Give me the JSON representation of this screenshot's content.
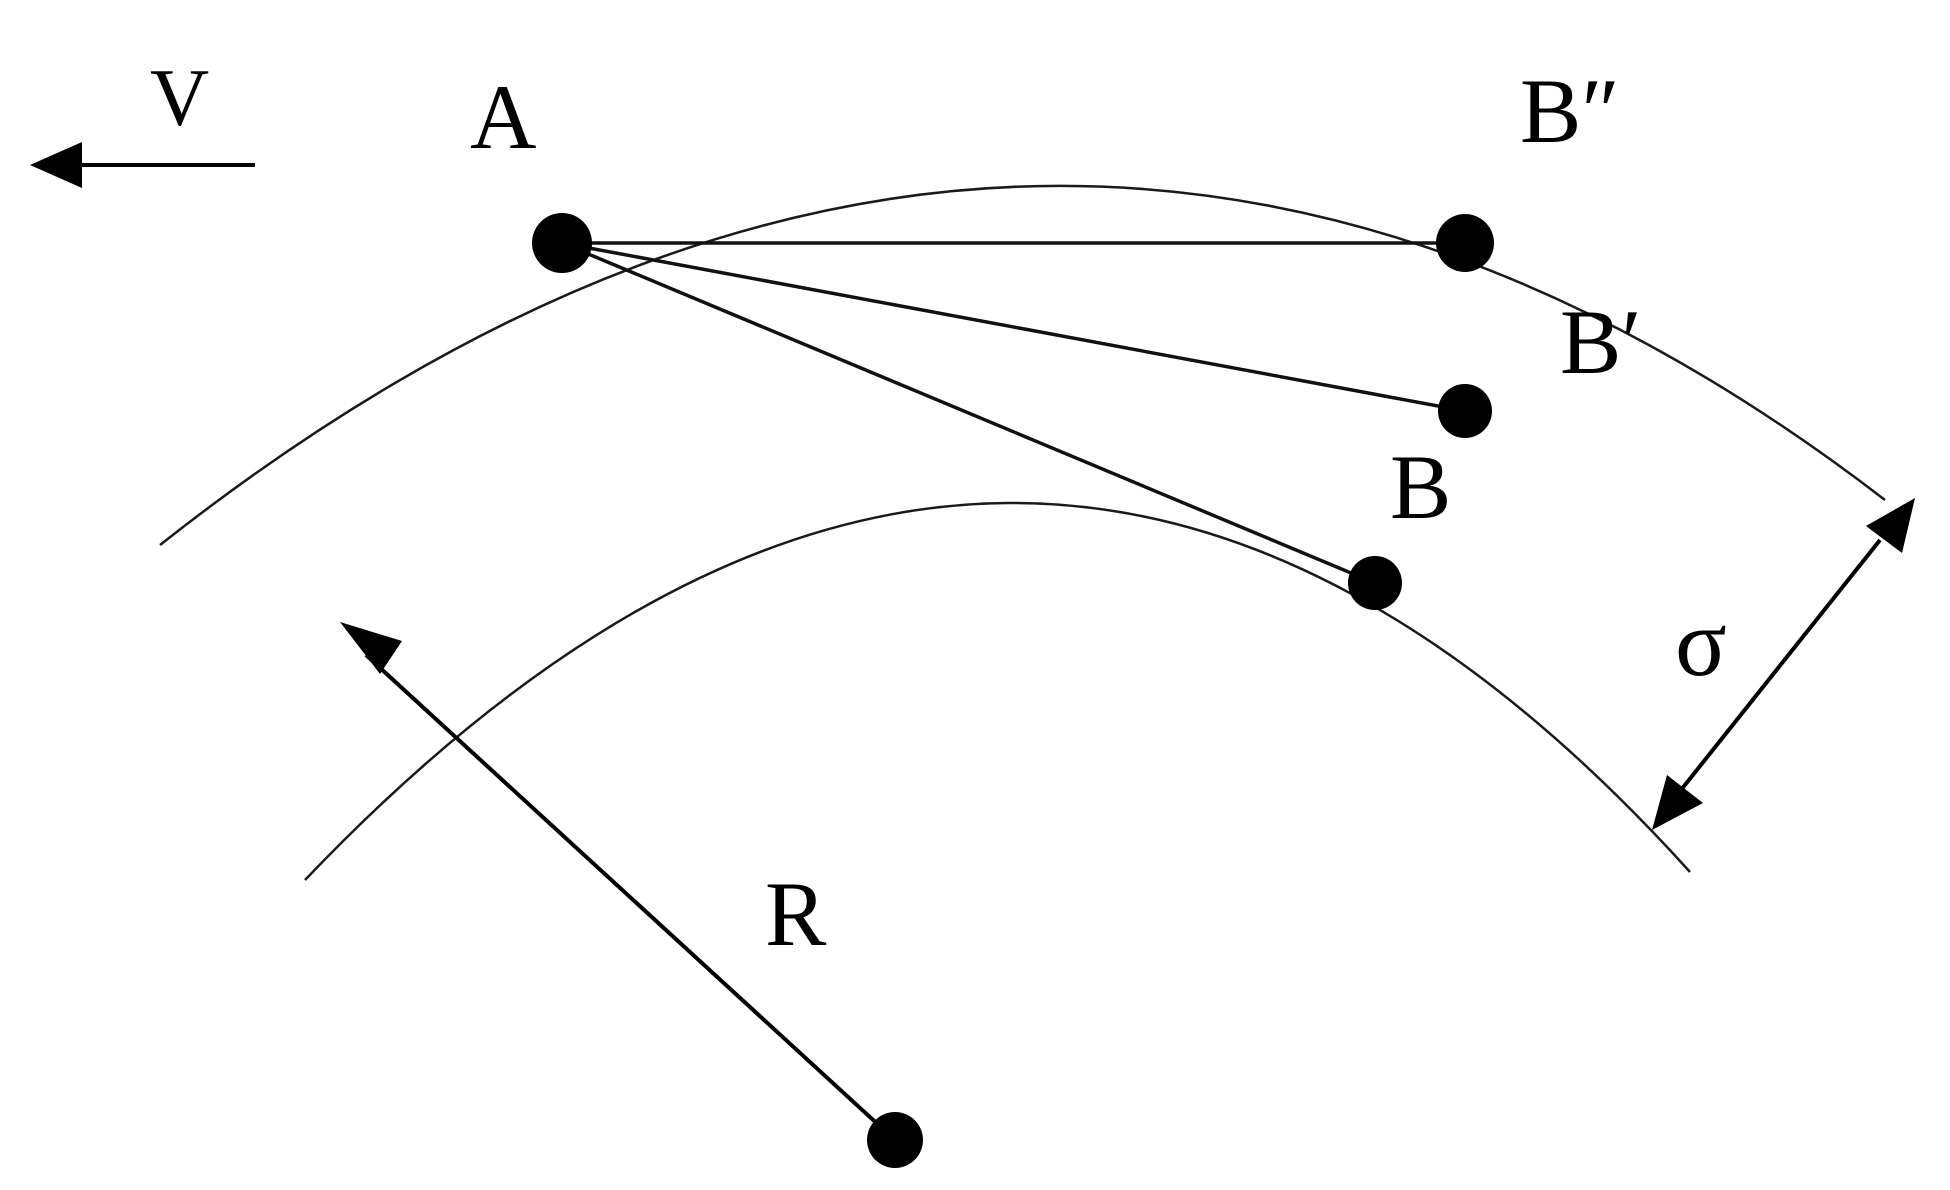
{
  "labels": {
    "velocity": "V",
    "point_a": "A",
    "point_b": "B",
    "point_b_prime": "B′",
    "point_b_double_prime": "B″",
    "width": "σ",
    "radius": "R"
  },
  "colors": {
    "ink": "#000000",
    "background": "#ffffff"
  }
}
